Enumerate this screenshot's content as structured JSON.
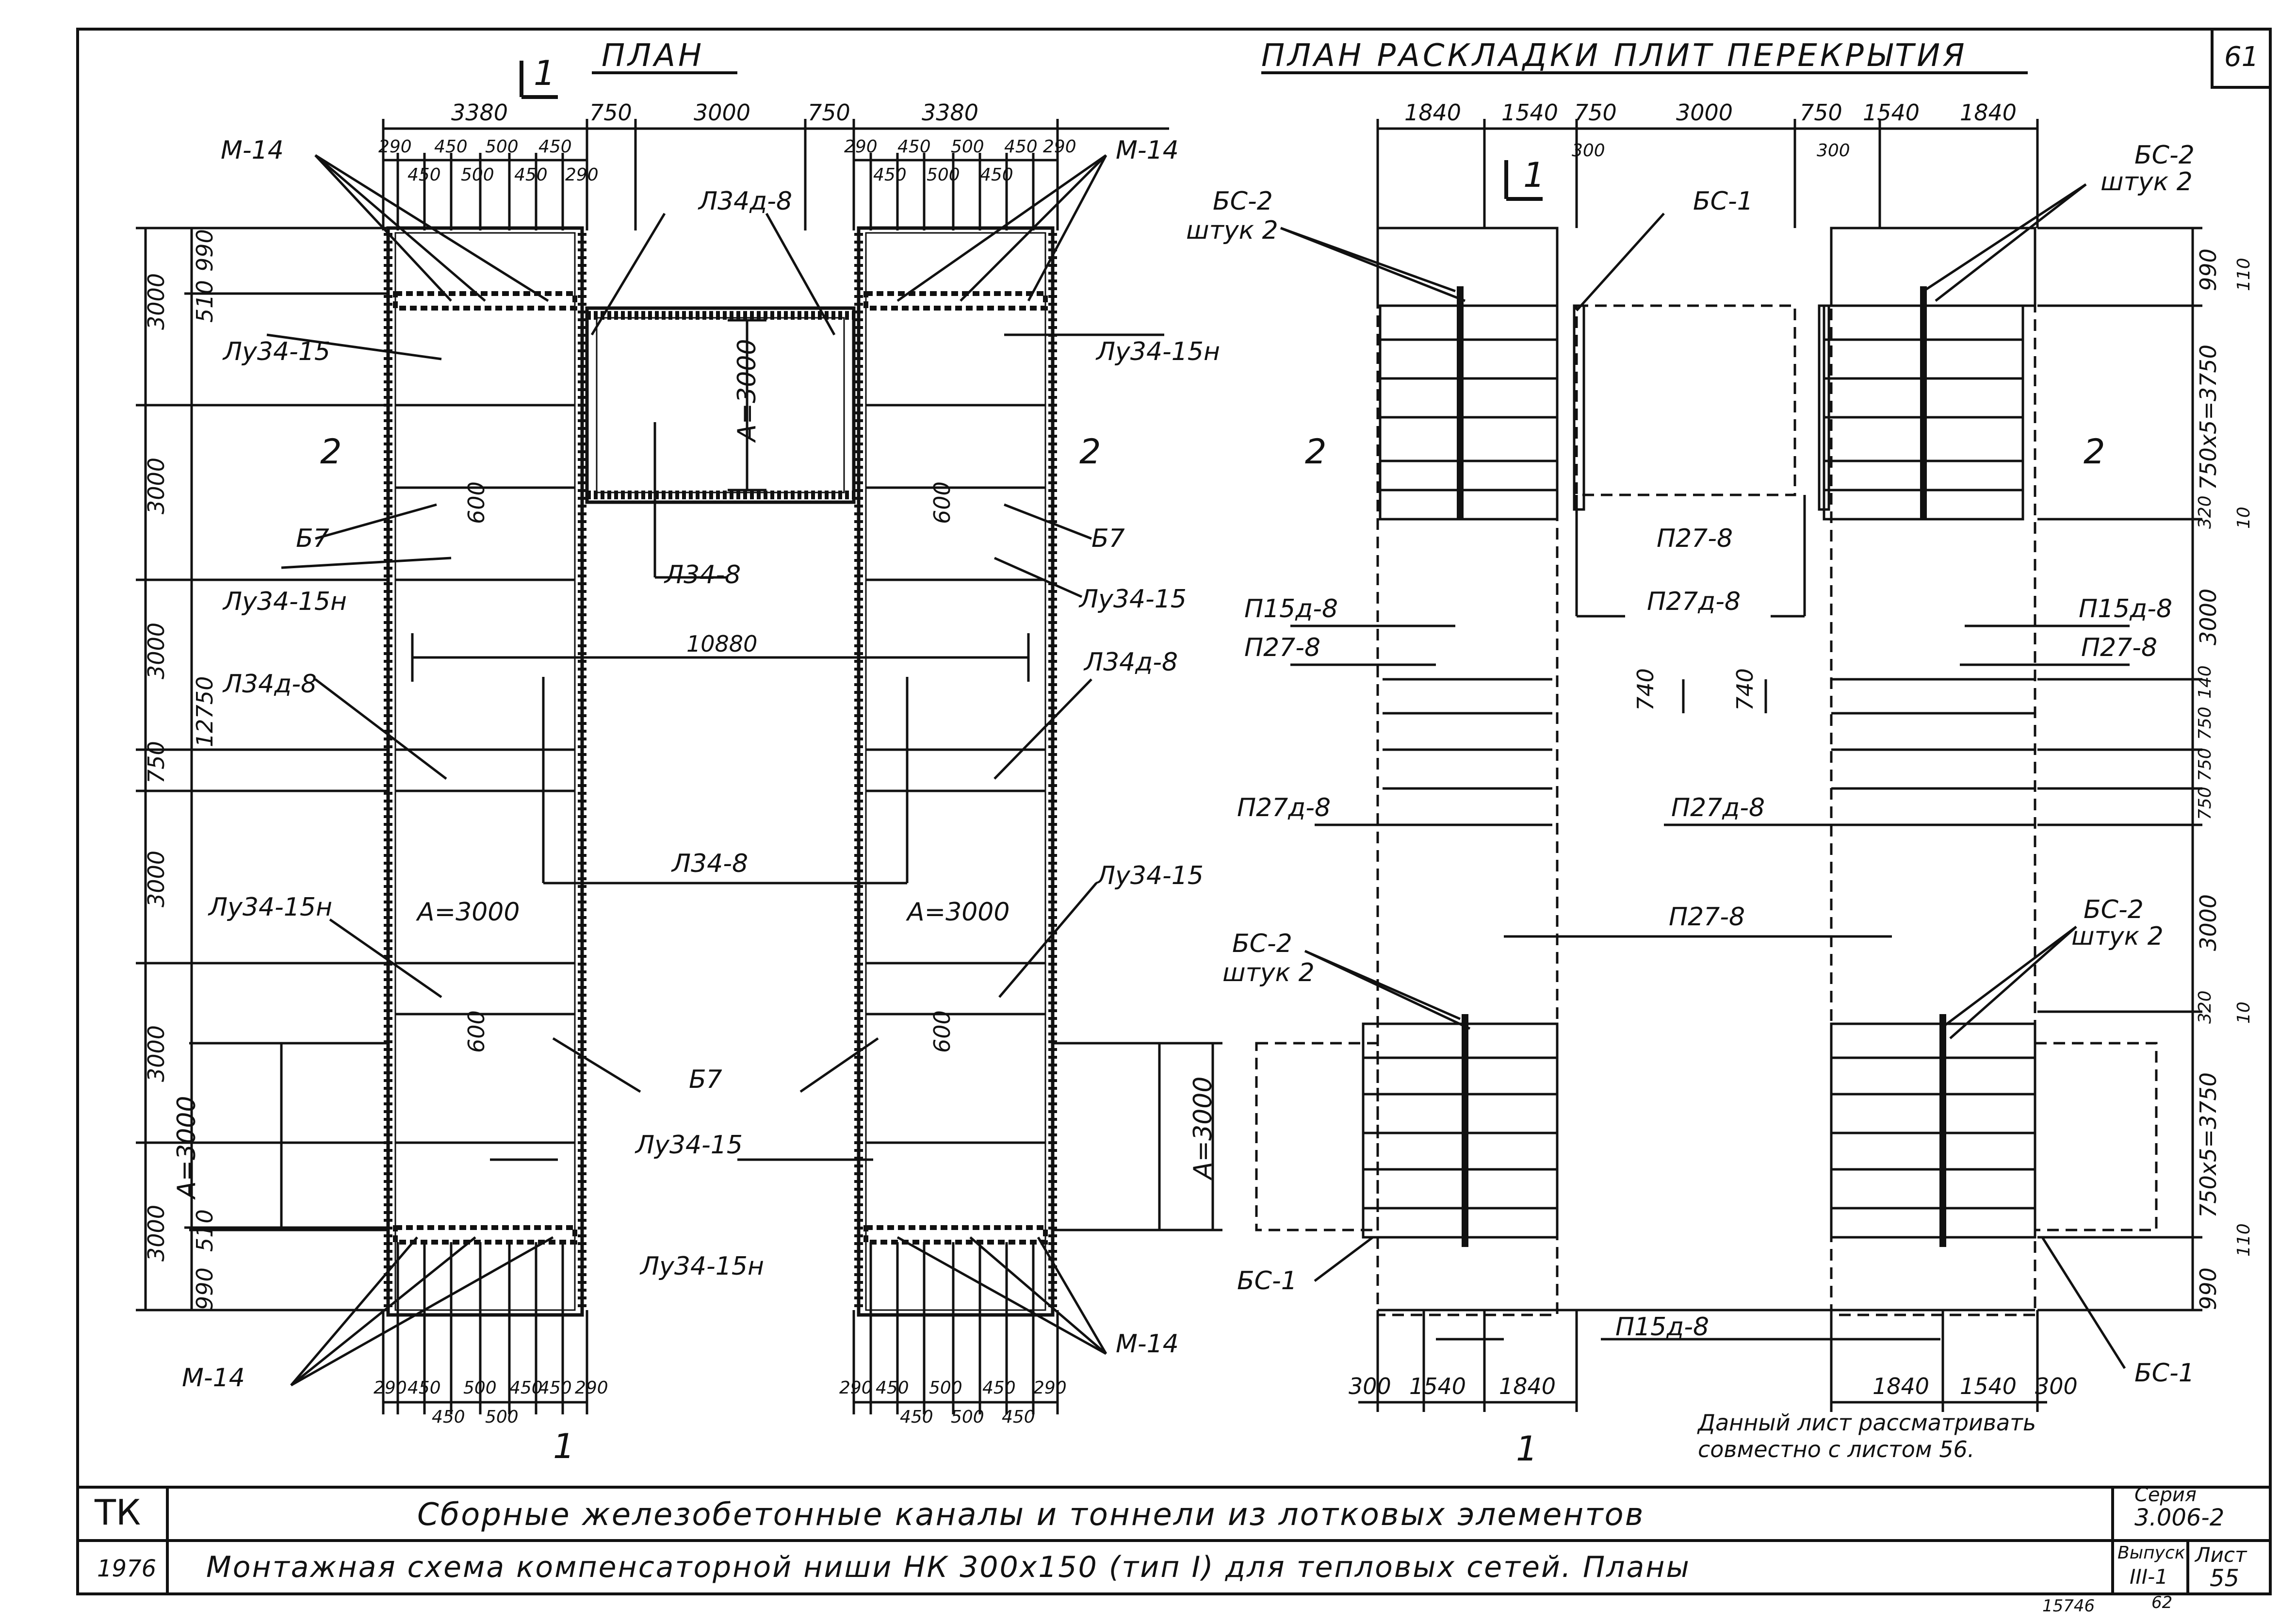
{
  "sheet_number": "61",
  "left_plan": {
    "title": "ПЛАН",
    "section_1": "1",
    "section_2": "2",
    "dims_top": [
      "3380",
      "750",
      "3000",
      "750",
      "3380"
    ],
    "dims_top_detail_left_upper": [
      "290",
      "450",
      "500",
      "450"
    ],
    "dims_top_detail_left_lower": [
      "450",
      "500",
      "450",
      "290"
    ],
    "dims_top_detail_right_upper": [
      "290",
      "450",
      "500",
      "450",
      "290"
    ],
    "dims_top_detail_right_lower": [
      "450",
      "500",
      "450"
    ],
    "dims_left_vertical": [
      "990",
      "510",
      "3000",
      "3000",
      "3000",
      "750",
      "3000",
      "3000",
      "3000",
      "510",
      "990"
    ],
    "overall_height": "12750",
    "overall_width": "10880",
    "dims_bottom_left_upper": [
      "290",
      "450",
      "500",
      "450",
      "450",
      "290"
    ],
    "dims_bottom_left_lower": [
      "450",
      "500"
    ],
    "dims_bottom_right_upper": [
      "290",
      "450",
      "500",
      "450",
      "290"
    ],
    "dims_bottom_right_lower": [
      "450",
      "500",
      "450"
    ],
    "labels": {
      "m14": "М-14",
      "l34d8": "Л34д-8",
      "lu3415": "Лу34-15",
      "lu3415n": "Лу34-15н",
      "b7": "Б7",
      "l348": "Л34-8",
      "a3000": "А=3000",
      "d600": "600"
    }
  },
  "right_plan": {
    "title": "ПЛАН РАСКЛАДКИ ПЛИТ ПЕРЕКРЫТИЯ",
    "dims_top": [
      "1840",
      "1540",
      "750",
      "3000",
      "750",
      "1540",
      "1840"
    ],
    "dims_top_small": [
      "300",
      "300"
    ],
    "dims_right_vertical": [
      "990",
      "110",
      "750x5=3750",
      "320",
      "10",
      "3000",
      "140",
      "750",
      "750",
      "750",
      "3000",
      "320",
      "10",
      "750x5=3750",
      "110",
      "990"
    ],
    "dims_bottom": [
      "300",
      "1540",
      "1840",
      "1840",
      "1540",
      "300"
    ],
    "d740": "740",
    "labels": {
      "bs2": "БС-2",
      "qty2": "штук 2",
      "bs1": "БС-1",
      "p278": "П27-8",
      "p27d8": "П27д-8",
      "p15d8": "П15д-8"
    },
    "note_line1": "Данный лист рассматривать",
    "note_line2": "совместно с листом 56."
  },
  "title_block": {
    "tk": "ТК",
    "year": "1976",
    "line1": "Сборные железобетонные каналы и тоннели из лотковых элементов",
    "line2": "Монтажная схема компенсаторной ниши НК 300х150 (тип I) для тепловых сетей. Планы",
    "series_label": "Серия",
    "series_value": "3.006-2",
    "issue_label": "Выпуск",
    "issue_value": "III-1",
    "sheet_label": "Лист",
    "sheet_value": "55",
    "below_issue": "62",
    "archive_number": "15746"
  }
}
